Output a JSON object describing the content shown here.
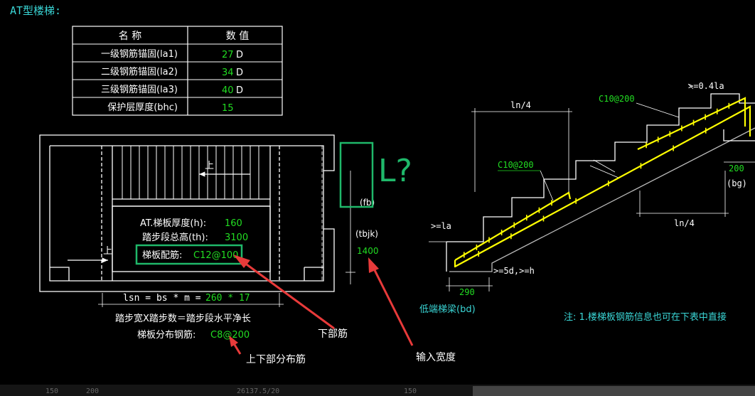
{
  "title": "AT型楼梯:",
  "colors": {
    "background": "#000000",
    "line": "#ffffff",
    "value": "#22dd22",
    "highlight": "#1fb86a",
    "rebar": "#ffff00",
    "arrow": "#e83a3a",
    "note": "#3ad6d6"
  },
  "table": {
    "header_name": "名 称",
    "header_value": "数 值",
    "rows": [
      {
        "name": "一级钢筋锚固(la1)",
        "value": "27",
        "unit": "D"
      },
      {
        "name": "二级钢筋锚固(la2)",
        "value": "34",
        "unit": "D"
      },
      {
        "name": "三级钢筋锚固(la3)",
        "value": "40",
        "unit": "D"
      },
      {
        "name": "保护层厚度(bhc)",
        "value": "15",
        "unit": ""
      }
    ]
  },
  "plan": {
    "up_label": "上",
    "up_label_lower": "上",
    "thickness_label": "AT.梯板厚度(h):",
    "thickness_value": "160",
    "height_label": "踏步段总高(th):",
    "height_value": "3100",
    "rebar_label": "梯板配筋:",
    "rebar_value": "C12@100",
    "fb_label": "(fb)",
    "tbjk_label": "(tbjk)",
    "tbjk_value": "1400",
    "lsn_formula": "lsn = bs * m =",
    "lsn_value": "260 * 17",
    "step_desc": "踏步宽X踏步数＝踏步段水平净长",
    "dist_label": "梯板分布钢筋:",
    "dist_value": "C8@200"
  },
  "annotations": {
    "handwritten": "L?",
    "lower_rebar": "下部筋",
    "input_width": "输入宽度",
    "top_bottom_dist": "上下部分布筋"
  },
  "section": {
    "ln4_left": "ln/4",
    "ln4_right": "ln/4",
    "top_rebar": "C10@200",
    "bottom_rebar": "C10@200",
    "anchor_top": ">=0.4la",
    "anchor_left": ">=la",
    "anchor_bottom": ">=5d,>=h",
    "bg_value": "200",
    "bg_label": "(bg)",
    "bd_value": "290",
    "bd_label": "低端梯梁(bd)",
    "note": "注: 1.楼梯板钢筋信息也可在下表中直接"
  },
  "bottom_bar": {
    "fragments": [
      "150",
      "200",
      "26137.5/20",
      "150"
    ]
  }
}
